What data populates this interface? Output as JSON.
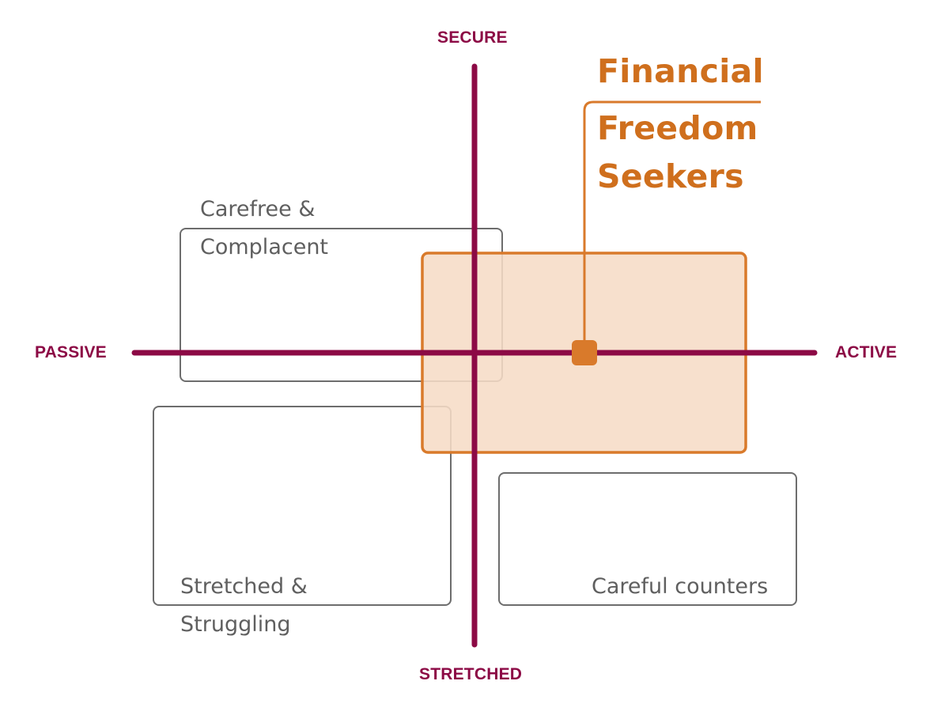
{
  "axes": {
    "top": "SECURE",
    "bottom": "STRETCHED",
    "left": "PASSIVE",
    "right": "ACTIVE"
  },
  "segments": [
    {
      "id": "carefree",
      "lines": [
        "Carefree &",
        "Complacent"
      ]
    },
    {
      "id": "stretched",
      "lines": [
        "Stretched &",
        "Struggling"
      ]
    },
    {
      "id": "careful",
      "lines": [
        "Careful counters"
      ]
    }
  ],
  "highlight": {
    "lines": [
      "Financial",
      "Freedom",
      "Seekers"
    ]
  },
  "colors": {
    "axis": "#8c0a45",
    "segment_outline": "#6d6d6d",
    "segment_text": "#5f5f5f",
    "highlight": "#d97a2b",
    "highlight_fill": "#f6dcc6",
    "highlight_text": "#cf6f1d"
  }
}
